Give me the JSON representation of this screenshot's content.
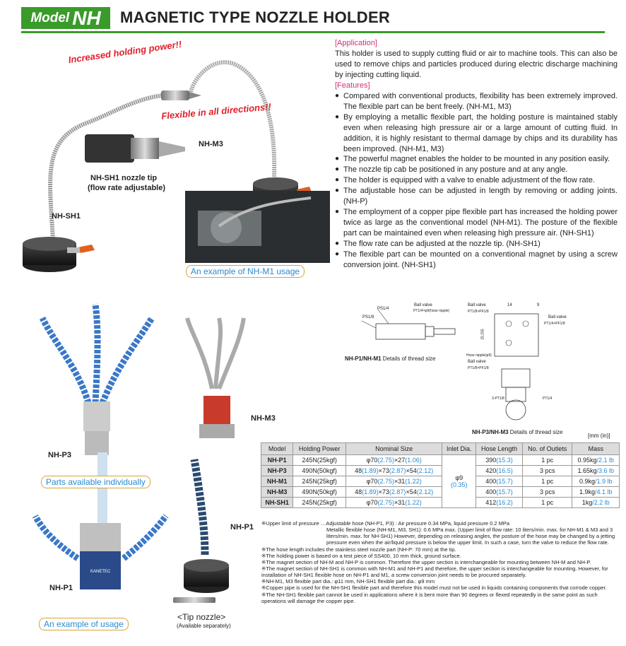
{
  "header": {
    "model_word": "Model",
    "model_code": "NH",
    "title": "MAGNETIC TYPE NOZZLE HOLDER"
  },
  "callouts": {
    "holding_power": "Increased holding power!!",
    "flexible": "Flexible in all directions!!"
  },
  "labels": {
    "nh_sh1_tip": "NH-SH1 nozzle tip",
    "nh_sh1_tip_sub": "(flow rate adjustable)",
    "nh_sh1": "NH-SH1",
    "nh_m3_top": "NH-M3",
    "nh_m1_usage": "An example of NH-M1 usage",
    "nh_p3": "NH-P3",
    "nh_m3_mid": "NH-M3",
    "parts": "Parts available individually",
    "nh_p1_right": "NH-P1",
    "nh_p1_left": "NH-P1",
    "usage": "An example of usage",
    "tip_nozzle": "<Tip nozzle>",
    "tip_nozzle_sub": "(Available separately)",
    "magnet_brand": "KANETEC"
  },
  "application": {
    "heading": "[Application]",
    "text": "This holder is used to supply cutting fluid or air to machine tools. This can also be used to remove chips and particles produced during electric discharge machining by injecting cutting liquid."
  },
  "features": {
    "heading": "[Features]",
    "items": [
      "Compared with conventional products, flexibility has been extremely improved. The flexible part can be bent freely. (NH-M1, M3)",
      "By employing a metallic flexible part, the holding posture is maintained stably even when releasing high pressure air or a large amount of cutting fluid. In addition, it is highly resistant to thermal damage by chips and its durability has been improved. (NH-M1, M3)",
      "The powerful magnet enables the holder to be mounted in any position easily.",
      "The nozzle tip cab be positioned in any posture and at any angle.",
      "The holder is equipped with a valve to enable adjustment of the flow rate.",
      "The adjustable hose can be adjusted in length by removing or adding joints. (NH-P)",
      "The employment of a copper pipe flexible part has increased the holding power twice as large as the conventional model (NH-M1). The posture of the flexible part can be maintained even when releasing high pressure air. (NH-SH1)",
      "The flow rate can be adjusted at the nozzle tip. (NH-SH1)",
      "The flexible part can be mounted on a conventional magnet by using a screw conversion joint. (NH-SH1)"
    ]
  },
  "drawings": {
    "left": {
      "ball_valve": "Ball valve",
      "pt_label": "PT1/4×φ9(hose nipple)",
      "ps1": "PS1/4",
      "ps1b": "PS1/8",
      "caption_model": "NH-P1/NH-M1",
      "caption": "Details of thread size"
    },
    "right": {
      "ball_valve1": "Ball valve",
      "pt1": "PT1/8×PF1/8",
      "dim14": "14",
      "dim9": "9",
      "ball_valve2": "Ball valve",
      "pt2": "PT1/4×PF1/8",
      "dim255": "25.255",
      "hose_nipple": "Hose nipple(φ9)",
      "ball_valve3": "Ball valve",
      "pt3": "PT1/8×PF1/8",
      "pt4": "3-PT1/8",
      "pt5": "PT1/4",
      "caption_model": "NH-P3/NH-M3",
      "caption": "Details of thread size",
      "unit": "[mm (in)]"
    }
  },
  "table": {
    "headers": [
      "Model",
      "Holding Power",
      "Nominal Size",
      "Inlet Dia.",
      "Hose Length",
      "No. of Outlets",
      "Mass"
    ],
    "inlet_mm": "φ9",
    "inlet_in": "(0.35)",
    "rows": [
      {
        "model": "NH-P1",
        "power": "245N(25kgf)",
        "size_pre": "φ70",
        "size_in": "(2.75)",
        "size_mid": "×27",
        "size_in2": "(1.06)",
        "size_mid2": "",
        "size_in3": "",
        "hose": "390",
        "hose_in": "(15.3)",
        "outlets": "1 pc",
        "mass": "0.95kg",
        "mass_in": "/2.1 lb"
      },
      {
        "model": "NH-P3",
        "power": "490N(50kgf)",
        "size_pre": "48",
        "size_in": "(1.89)",
        "size_mid": "×73",
        "size_in2": "(2.87)",
        "size_mid2": "×54",
        "size_in3": "(2.12)",
        "hose": "420",
        "hose_in": "(16.5)",
        "outlets": "3 pcs",
        "mass": "1.65kg",
        "mass_in": "/3.6 lb"
      },
      {
        "model": "NH-M1",
        "power": "245N(25kgf)",
        "size_pre": "φ70",
        "size_in": "(2.75)",
        "size_mid": "×31",
        "size_in2": "(1.22)",
        "size_mid2": "",
        "size_in3": "",
        "hose": "400",
        "hose_in": "(15.7)",
        "outlets": "1 pc",
        "mass": "0.9kg",
        "mass_in": "/1.9 lb"
      },
      {
        "model": "NH-M3",
        "power": "490N(50kgf)",
        "size_pre": "48",
        "size_in": "(1.89)",
        "size_mid": "×73",
        "size_in2": "(2.87)",
        "size_mid2": "×54",
        "size_in3": "(2.12)",
        "hose": "400",
        "hose_in": "(15.7)",
        "outlets": "3 pcs",
        "mass": "1.9kg",
        "mass_in": "/4.1 lb"
      },
      {
        "model": "NH-SH1",
        "power": "245N(25kgf)",
        "size_pre": "φ70",
        "size_in": "(2.75)",
        "size_mid": "×31",
        "size_in2": "(1.22)",
        "size_mid2": "",
        "size_in3": "",
        "hose": "412",
        "hose_in": "(16.2)",
        "outlets": "1 pc",
        "mass": "1kg",
        "mass_in": "/2.2 lb"
      }
    ]
  },
  "notes": [
    "※Upper limit of pressure …Adjustable hose (NH-P1, P3) : Air pressure 0.34 MPa, liquid pressure 0.2 MPa",
    "Metallic flexible hose (NH-M1, M3, SH1): 0.6 MPa max. (Upper limit of flow rate: 10 liters/min. max. for NH-M1 & M3 and 3 liters/min. max. for NH-SH1) However, depending on releasing angles, the posture of the hose may be changed by a jetting pressure even when the air/liquid pressure is below the upper limit. In such a case, turn the valve to reduce the flow rate.",
    "※The hose length includes the stainless steel nozzle part (NH-P: 70 mm) at the tip.",
    "※The holding power is based on a test piece of SS400, 10 mm thick, ground surface.",
    "※The magnet section of NH-M and NH-P is common. Therefore the upper section is interchangeable for mounting between NH-M and NH-P.",
    "※The magnet section of NH-SH1 is common with NH-M1 and NH-P1 and therefore, the upper section is interchangeable for mounting. However, for installation of NH-SH1 flexible hose on NH-P1 and M1, a screw conversion joint needs to be procured separately.",
    "※NH-M1, M3 flexible part dia.: φ11 mm, NH-SH1 flexible part dia.: φ9 mm",
    "※Copper pipe is used for the NH-SH1 flexible part and therefore this model must not be used in liquids containing components that corrode copper.",
    "※The NH-SH1 flexible part cannot be used in applications where it is bent more than 90 degrees or flexed repeatedly in the same point as such operations will damage the copper pipe."
  ]
}
